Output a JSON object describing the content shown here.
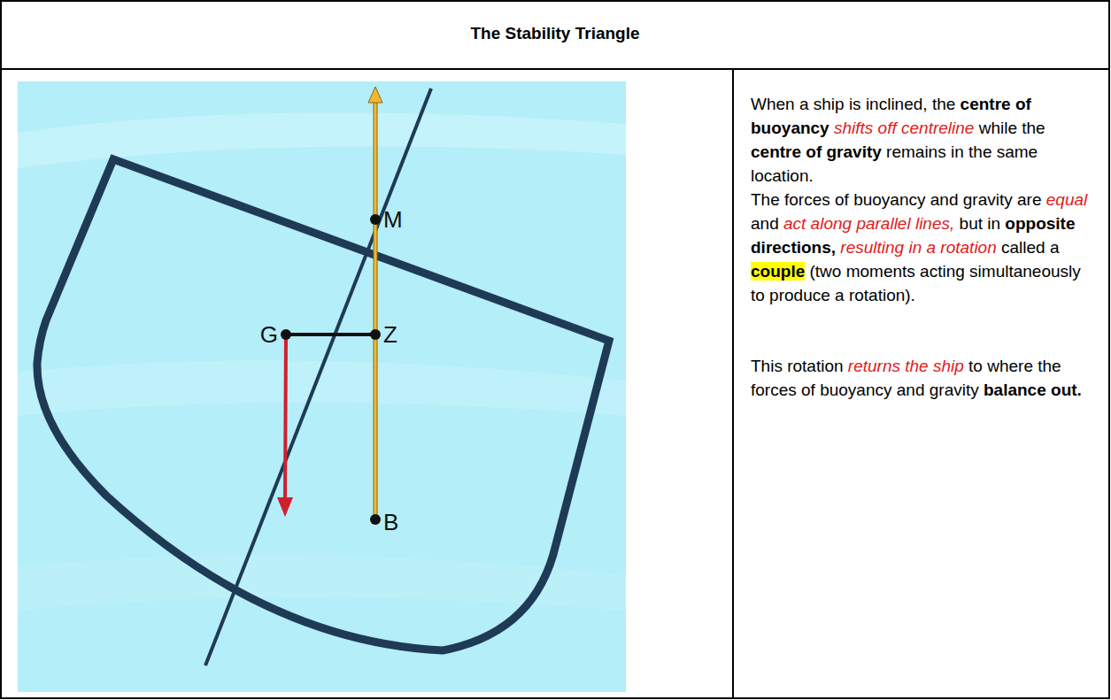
{
  "diagram": {
    "title": "The Stability Triangle",
    "labels": [
      "M",
      "G",
      "Z",
      "B",
      "When a ship is inclined, the centre of buoyancy shifts off centreline while the centre of gravity remains in the same location.",
      "The forces of buoyancy and gravity are equal and act along parallel lines, but in opposite directions, resulting in a rotation called a couple (two moments acting simultaneously to produce a rotation).",
      "This rotation returns the ship to where the forces of buoyancy and gravity balance out."
    ]
  }
}
